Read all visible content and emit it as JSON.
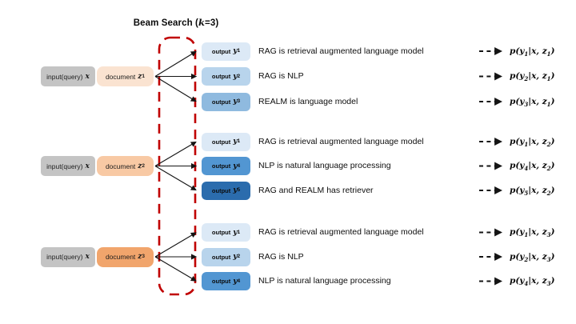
{
  "title": {
    "text_before_k": "Beam Search (",
    "k": "k",
    "text_after_k": "=3)"
  },
  "colors": {
    "input_bg": "#c4c4c4",
    "beam_outline": "#c00000",
    "arrow": "#141414"
  },
  "groups": [
    {
      "input_label": "input(query)",
      "input_var": "x",
      "input_bg": "#c4c4c4",
      "doc_label": "document",
      "doc_var": "z",
      "doc_sub": "1",
      "doc_bg": "#fae3d1",
      "outputs": [
        {
          "label": "output",
          "var": "y",
          "sub": "1",
          "bg": "#dce9f6",
          "text": "RAG is retrieval augmented language model",
          "prob": {
            "lead": "p(y",
            "ysub": "1",
            "mid": "|x, ",
            "zvar": "z",
            "zsub": "1",
            "close": ")"
          }
        },
        {
          "label": "output",
          "var": "y",
          "sub": "2",
          "bg": "#b8d4ec",
          "text": "RAG is NLP",
          "prob": {
            "lead": "p(y",
            "ysub": "2",
            "mid": "|x, ",
            "zvar": "z",
            "zsub": "1",
            "close": ")"
          }
        },
        {
          "label": "output",
          "var": "y",
          "sub": "3",
          "bg": "#8fbadf",
          "text": "REALM is language model",
          "prob": {
            "lead": "p(y",
            "ysub": "3",
            "mid": "|x, ",
            "zvar": "z",
            "zsub": "1",
            "close": ")"
          }
        }
      ]
    },
    {
      "input_label": "input(query)",
      "input_var": "x",
      "input_bg": "#c4c4c4",
      "doc_label": "document",
      "doc_var": "z",
      "doc_sub": "2",
      "doc_bg": "#f8c9a4",
      "outputs": [
        {
          "label": "output",
          "var": "y",
          "sub": "1",
          "bg": "#dce9f6",
          "text": "RAG is retrieval augmented language model",
          "prob": {
            "lead": "p(y",
            "ysub": "1",
            "mid": "|x, ",
            "zvar": "z",
            "zsub": "2",
            "close": ")"
          }
        },
        {
          "label": "output",
          "var": "y",
          "sub": "4",
          "bg": "#5296d2",
          "text": "NLP is natural language processing",
          "prob": {
            "lead": "p(y",
            "ysub": "4",
            "mid": "|x, ",
            "zvar": "z",
            "zsub": "2",
            "close": ")"
          }
        },
        {
          "label": "output",
          "var": "y",
          "sub": "5",
          "bg": "#2b6cad",
          "text": "RAG and REALM has retriever",
          "prob": {
            "lead": "p(y",
            "ysub": "5",
            "mid": "|x, ",
            "zvar": "z",
            "zsub": "2",
            "close": ")"
          }
        }
      ]
    },
    {
      "input_label": "input(query)",
      "input_var": "x",
      "input_bg": "#c4c4c4",
      "doc_label": "document",
      "doc_var": "z",
      "doc_sub": "3",
      "doc_bg": "#f1a56c",
      "outputs": [
        {
          "label": "output",
          "var": "y",
          "sub": "1",
          "bg": "#dce9f6",
          "text": "RAG is retrieval augmented language model",
          "prob": {
            "lead": "p(y",
            "ysub": "1",
            "mid": "|x, ",
            "zvar": "z",
            "zsub": "3",
            "close": ")"
          }
        },
        {
          "label": "output",
          "var": "y",
          "sub": "2",
          "bg": "#b8d4ec",
          "text": "RAG is NLP",
          "prob": {
            "lead": "p(y",
            "ysub": "2",
            "mid": "|x, ",
            "zvar": "z",
            "zsub": "3",
            "close": ")"
          }
        },
        {
          "label": "output",
          "var": "y",
          "sub": "4",
          "bg": "#5296d2",
          "text": "NLP is natural language processing",
          "prob": {
            "lead": "p(y",
            "ysub": "4",
            "mid": "|x, ",
            "zvar": "z",
            "zsub": "3",
            "close": ")"
          }
        }
      ]
    }
  ]
}
